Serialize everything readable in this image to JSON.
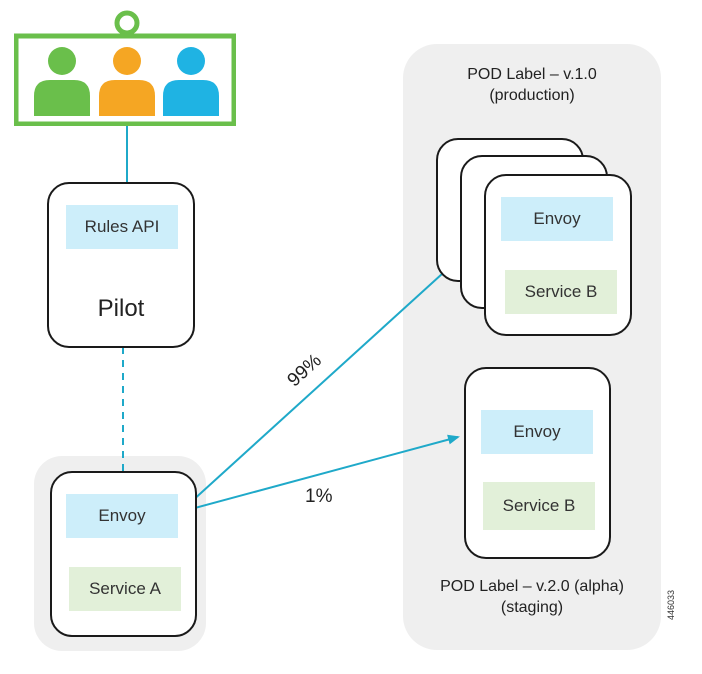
{
  "users_panel": {
    "icon": "people-group-icon",
    "colors": {
      "frame": "#6abf4b",
      "person_left": "#6abf4b",
      "person_middle": "#f5a623",
      "person_right": "#1fb3e3"
    }
  },
  "pilot": {
    "api_label": "Rules API",
    "title": "Pilot"
  },
  "source_pod": {
    "envoy_label": "Envoy",
    "service_label": "Service A"
  },
  "production_pod": {
    "label_line1": "POD Label – v.1.0",
    "label_line2": "(production)",
    "envoy_label": "Envoy",
    "service_label": "Service B"
  },
  "staging_pod": {
    "label_line1": "POD Label – v.2.0 (alpha)",
    "label_line2": "(staging)",
    "envoy_label": "Envoy",
    "service_label": "Service B"
  },
  "traffic": {
    "production_percent": "99%",
    "staging_percent": "1%"
  },
  "figure_id": "446033",
  "colors": {
    "envoy_fill": "#cdeefa",
    "service_fill": "#e2f0d9",
    "connector": "#1fa9c9"
  }
}
